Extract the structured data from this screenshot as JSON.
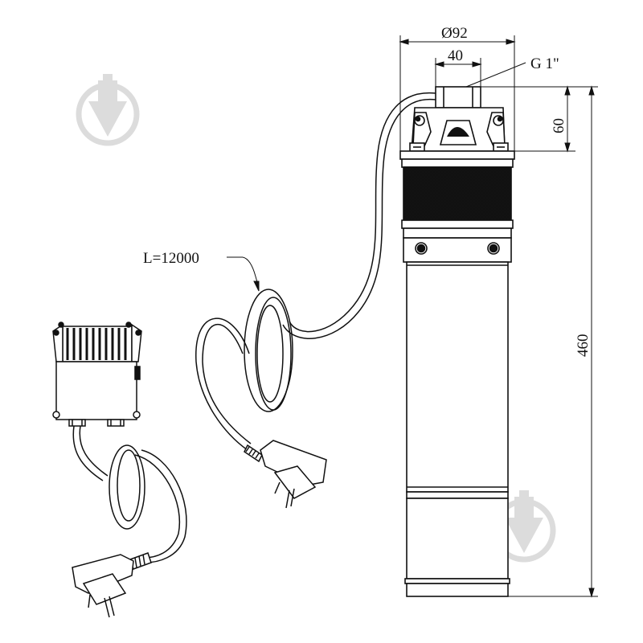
{
  "dimensions": {
    "outer_diameter": "Ø92",
    "outlet_width": "40",
    "thread": "G 1\"",
    "head_height": "60",
    "total_height": "460",
    "cable_length": "L=12000"
  },
  "colors": {
    "line": "#111111",
    "watermark": "#dcdcdc"
  }
}
